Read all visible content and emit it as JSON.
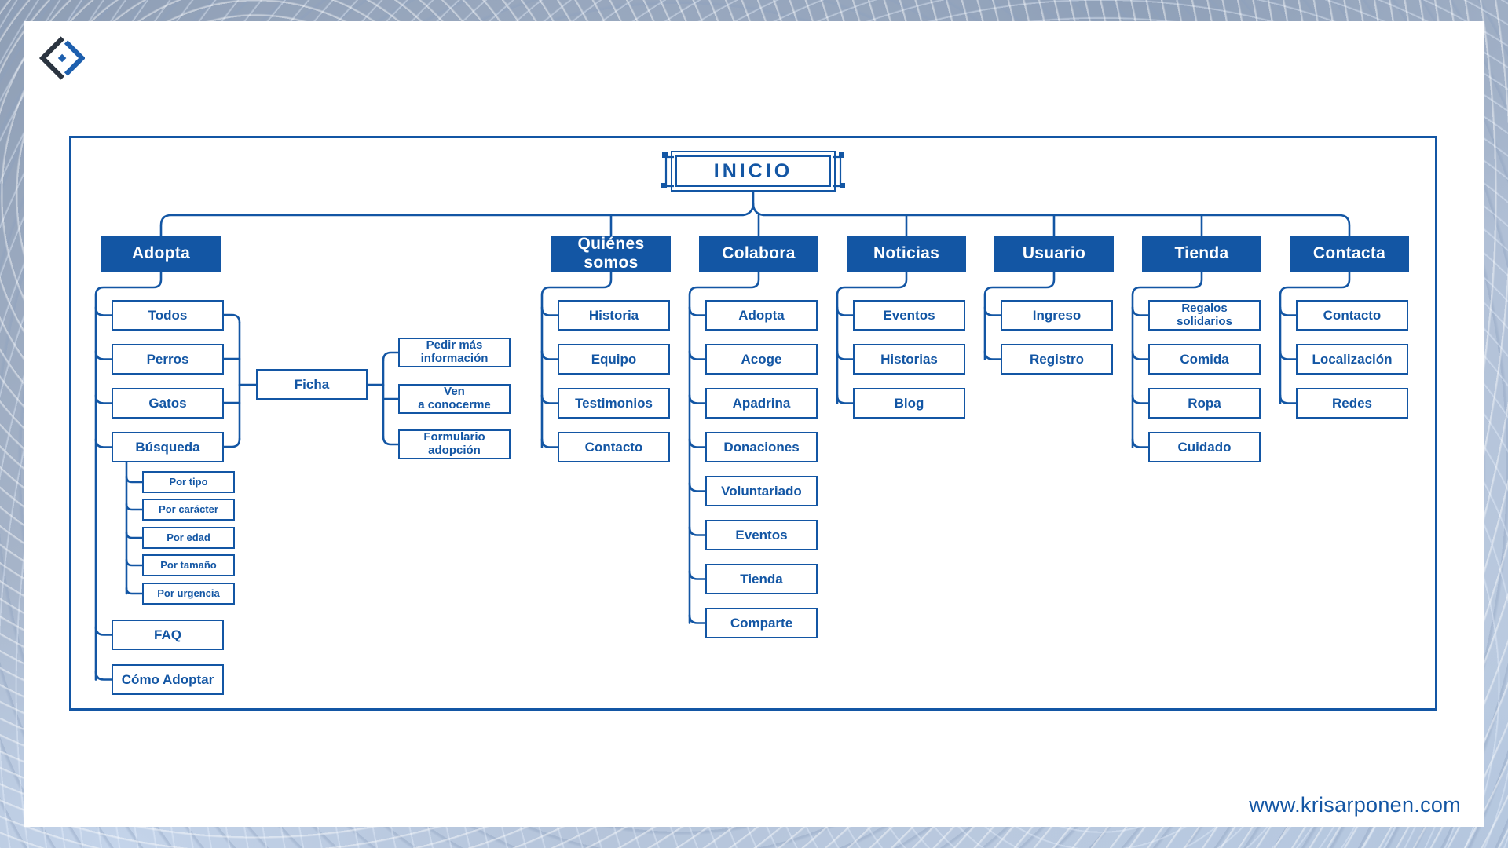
{
  "page": {
    "website_url": "www.krisarponen.com",
    "accent_blue": "#1356a4",
    "logo_dark": "#2b3440",
    "logo_blue": "#1d5fae",
    "header_text_color": "#ffffff"
  },
  "sitemap": {
    "root": {
      "label": "INICIO"
    },
    "columns": [
      {
        "label": "Adopta",
        "children": [
          {
            "label": "Todos"
          },
          {
            "label": "Perros"
          },
          {
            "label": "Gatos"
          },
          {
            "label": "Búsqueda",
            "children": [
              "Por tipo",
              "Por carácter",
              "Por edad",
              "Por tamaño",
              "Por urgencia"
            ]
          },
          {
            "label": "FAQ"
          },
          {
            "label": "Cómo Adoptar"
          }
        ]
      },
      {
        "label": "Quiénes\nsomos",
        "children": [
          {
            "label": "Historia"
          },
          {
            "label": "Equipo"
          },
          {
            "label": "Testimonios"
          },
          {
            "label": "Contacto"
          }
        ]
      },
      {
        "label": "Colabora",
        "children": [
          {
            "label": "Adopta"
          },
          {
            "label": "Acoge"
          },
          {
            "label": "Apadrina"
          },
          {
            "label": "Donaciones"
          },
          {
            "label": "Voluntariado"
          },
          {
            "label": "Eventos"
          },
          {
            "label": "Tienda"
          },
          {
            "label": "Comparte"
          }
        ]
      },
      {
        "label": "Noticias",
        "children": [
          {
            "label": "Eventos"
          },
          {
            "label": "Historias"
          },
          {
            "label": "Blog"
          }
        ]
      },
      {
        "label": "Usuario",
        "children": [
          {
            "label": "Ingreso"
          },
          {
            "label": "Registro"
          }
        ]
      },
      {
        "label": "Tienda",
        "children": [
          {
            "label": "Regalos\nsolidarios"
          },
          {
            "label": "Comida"
          },
          {
            "label": "Ropa"
          },
          {
            "label": "Cuidado"
          }
        ]
      },
      {
        "label": "Contacta",
        "children": [
          {
            "label": "Contacto"
          },
          {
            "label": "Localización"
          },
          {
            "label": "Redes"
          }
        ]
      }
    ],
    "ficha": {
      "label": "Ficha",
      "linked_from": [
        "Todos",
        "Perros",
        "Gatos",
        "Búsqueda"
      ],
      "children": [
        "Pedir más\ninformación",
        "Ven\na conocerme",
        "Formulario\nadopción"
      ]
    }
  }
}
